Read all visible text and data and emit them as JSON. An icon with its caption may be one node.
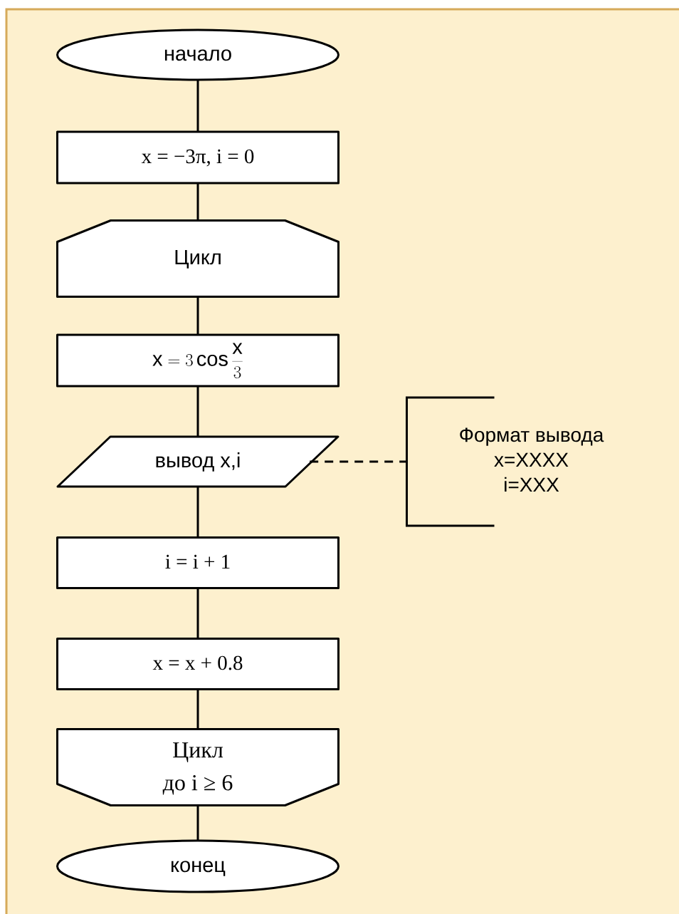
{
  "diagram": {
    "nodes": [
      {
        "text": [
          "начало"
        ]
      },
      {
        "text": [
          "x = −3π, i = 0"
        ]
      },
      {
        "text": [
          "Цикл"
        ]
      },
      {
        "text": [
          "\\mathrm{x} = 3\\cos\\frac{\\mathrm{x}}{3}"
        ]
      },
      {
        "text": [
          "вывод x,i"
        ]
      },
      {
        "text": [
          "Формат вывода",
          "x=XXXX",
          "i=XXX"
        ]
      },
      {
        "text": [
          "i = i + 1"
        ]
      },
      {
        "text": [
          "x = x + 0.8"
        ]
      },
      {
        "text": [
          "Цикл",
          "до i ≥ 6"
        ]
      },
      {
        "text": [
          "конец"
        ]
      }
    ],
    "edges": [
      {
        "from": 0,
        "to": 1,
        "arrow": "none"
      },
      {
        "from": 1,
        "to": 2,
        "arrow": "none"
      },
      {
        "from": 2,
        "to": 3,
        "arrow": "none"
      },
      {
        "from": 3,
        "to": 4,
        "arrow": "none"
      },
      {
        "from": 4,
        "to": 5,
        "arrow": "none",
        "style": "dashed"
      },
      {
        "from": 4,
        "to": 6,
        "arrow": "none"
      },
      {
        "from": 6,
        "to": 7,
        "arrow": "none"
      },
      {
        "from": 7,
        "to": 8,
        "arrow": "none"
      },
      {
        "from": 8,
        "to": 9,
        "arrow": "none"
      }
    ]
  }
}
